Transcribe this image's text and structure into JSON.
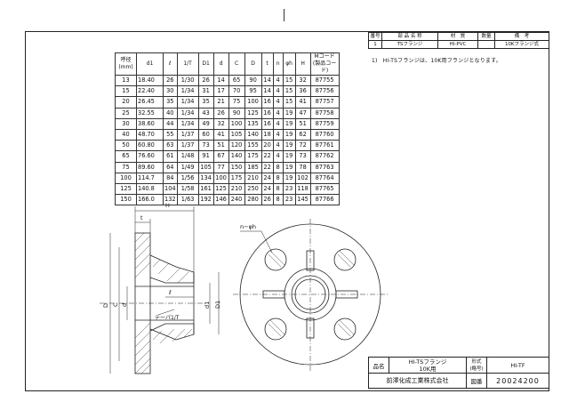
{
  "header": {
    "col_no": "番号",
    "col_name": "部 品 名 称",
    "col_material": "材　質",
    "col_qty": "数量",
    "col_remarks": "備　考",
    "row_no": "1",
    "row_name": "TSフランジ",
    "row_material": "HI-PVC",
    "row_qty": "",
    "row_remarks": "10Kフランジ式"
  },
  "note": "1)　HI-TSフランジは、10K用フランジとなります。",
  "dim_table": {
    "headers": [
      "呼径\n(mm)",
      "d1",
      "ℓ",
      "1/T",
      "D1",
      "d",
      "C",
      "D",
      "t",
      "n",
      "φh",
      "H",
      "Mコード\n(製品コード)"
    ],
    "rows": [
      [
        "13",
        "18.40",
        "26",
        "1/30",
        "26",
        "14",
        "65",
        "90",
        "14",
        "4",
        "15",
        "32",
        "87755"
      ],
      [
        "15",
        "22.40",
        "30",
        "1/34",
        "31",
        "17",
        "70",
        "95",
        "14",
        "4",
        "15",
        "36",
        "87756"
      ],
      [
        "20",
        "26.45",
        "35",
        "1/34",
        "35",
        "21",
        "75",
        "100",
        "16",
        "4",
        "15",
        "41",
        "87757"
      ],
      [
        "25",
        "32.55",
        "40",
        "1/34",
        "43",
        "26",
        "90",
        "125",
        "16",
        "4",
        "19",
        "47",
        "87758"
      ],
      [
        "30",
        "38.60",
        "44",
        "1/34",
        "49",
        "32",
        "100",
        "135",
        "16",
        "4",
        "19",
        "51",
        "87759"
      ],
      [
        "40",
        "48.70",
        "55",
        "1/37",
        "60",
        "41",
        "105",
        "140",
        "18",
        "4",
        "19",
        "62",
        "87760"
      ],
      [
        "50",
        "60.80",
        "63",
        "1/37",
        "73",
        "51",
        "120",
        "155",
        "20",
        "4",
        "19",
        "72",
        "87761"
      ],
      [
        "65",
        "76.60",
        "61",
        "1/48",
        "91",
        "67",
        "140",
        "175",
        "22",
        "4",
        "19",
        "73",
        "87762"
      ],
      [
        "75",
        "89.60",
        "64",
        "1/49",
        "105",
        "77",
        "150",
        "185",
        "22",
        "8",
        "19",
        "78",
        "87763"
      ],
      [
        "100",
        "114.7",
        "84",
        "1/56",
        "134",
        "100",
        "175",
        "210",
        "24",
        "8",
        "19",
        "102",
        "87764"
      ],
      [
        "125",
        "140.8",
        "104",
        "1/58",
        "161",
        "125",
        "210",
        "250",
        "24",
        "8",
        "23",
        "118",
        "87765"
      ],
      [
        "150",
        "166.0",
        "132",
        "1/63",
        "192",
        "146",
        "240",
        "280",
        "26",
        "8",
        "23",
        "145",
        "87766"
      ]
    ]
  },
  "drawing": {
    "label_H": "H",
    "label_t": "t",
    "label_l": "ℓ",
    "label_taper": "テーパ1/T",
    "label_d1": "d1",
    "label_D1": "D1",
    "label_D": "D",
    "label_C": "C",
    "label_d": "d",
    "label_nh": "n−φh"
  },
  "title_block": {
    "name_label": "品名",
    "product_name_1": "HI-TSフランジ",
    "product_name_2": "10K用",
    "model_label_1": "形式",
    "model_label_2": "(略号)",
    "model_value": "HI-TF",
    "company": "前澤化成工業株式会社",
    "code_label": "図番",
    "code_value": "20024200"
  }
}
